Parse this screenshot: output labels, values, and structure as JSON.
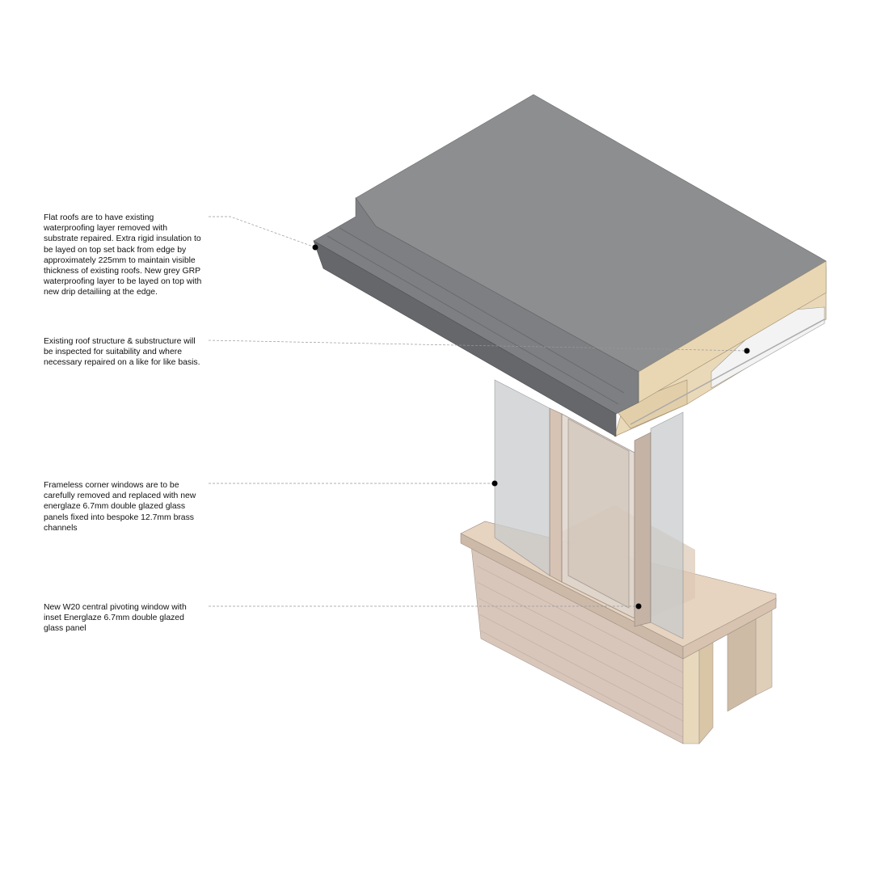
{
  "annotations": [
    {
      "id": "flat-roof",
      "text": "Flat roofs are to have existing waterproofing layer removed with substrate repaired. Extra rigid insulation to be layed on top set back from edge by approximately 225mm to maintain visible thickness of existing roofs. New grey GRP waterproofing layer to be layed on top with new drip detailiing at the edge."
    },
    {
      "id": "roof-structure",
      "text": "Existing roof structure & substructure will be inspected for suitability and where necessary repaired on a like for like basis."
    },
    {
      "id": "corner-windows",
      "text": "Frameless corner windows are to be carefully removed and replaced with new energlaze 6.7mm double glazed glass panels fixed into bespoke 12.7mm brass channels"
    },
    {
      "id": "pivot-window",
      "text": "New W20 central pivoting window with inset Energlaze 6.7mm double glazed glass panel"
    }
  ],
  "colors": {
    "roof": "#8d8e90",
    "roof_edge": "#6f7073",
    "timber": "#e6d6b8",
    "brick": "#d9c6bb",
    "glass": "#c9cccd"
  }
}
